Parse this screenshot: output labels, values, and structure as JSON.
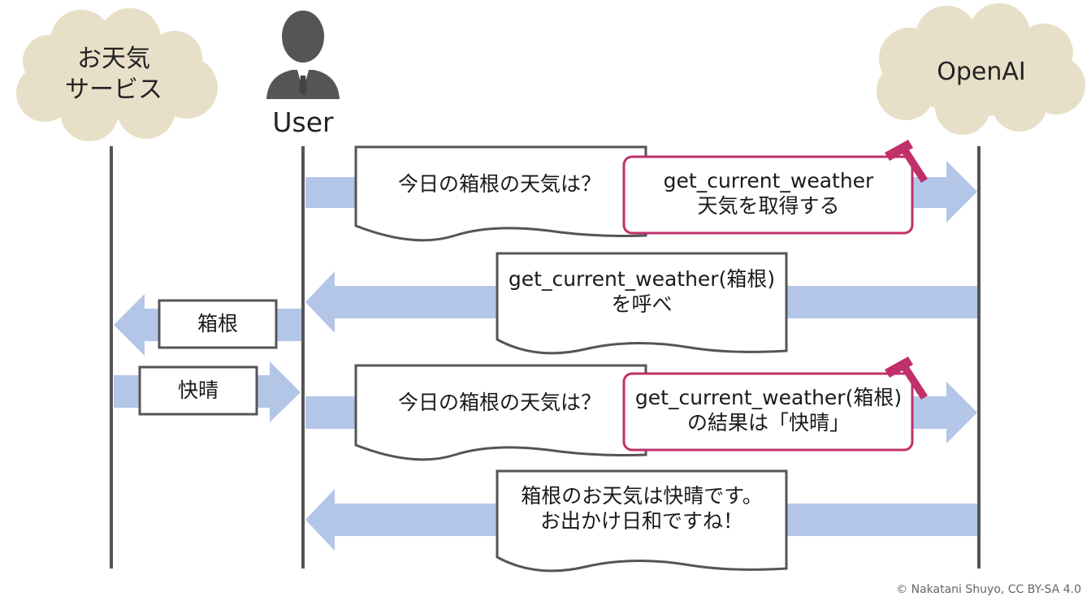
{
  "actors": {
    "weather_service": "お天気\nサービス",
    "user": "User",
    "openai": "OpenAI"
  },
  "messages": {
    "q1_text": "今日の箱根の天気は？",
    "q1_function": "get_current_weather\n天気を取得する",
    "call_request": "get_current_weather(箱根)\nを呼べ",
    "call_arg": "箱根",
    "call_result": "快晴",
    "q2_text": "今日の箱根の天気は？",
    "q2_function": "get_current_weather(箱根)\nの結果は「快晴」",
    "answer": "箱根のお天気は快晴です。\nお出かけ日和ですね！"
  },
  "copyright": "© Nakatani Shuyo, CC BY-SA 4.0",
  "colors": {
    "lifeline": "#555555",
    "arrow": "#b4c6e7",
    "cloud": "#e8dfc8",
    "function_border": "#c0306a",
    "person": "#555555"
  }
}
